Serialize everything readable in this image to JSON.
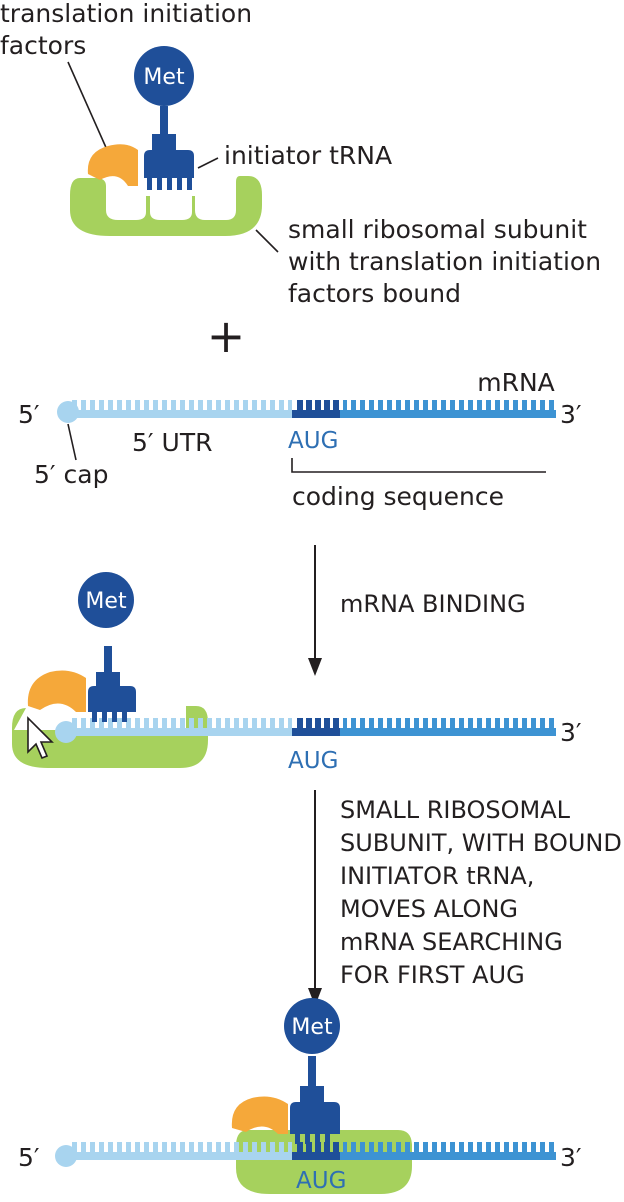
{
  "labels": {
    "translation_factors_1": "translation initiation",
    "translation_factors_2": "factors",
    "initiator_trna": "initiator tRNA",
    "small_subunit_1": "small ribosomal subunit",
    "small_subunit_2": "with translation initiation",
    "small_subunit_3": "factors bound",
    "plus": "+",
    "mrna": "mRNA",
    "five_prime": "5′",
    "three_prime": "3′",
    "five_utr": "5′ UTR",
    "aug": "AUG",
    "five_cap": "5′ cap",
    "coding_sequence": "coding sequence",
    "met": "Met"
  },
  "steps": {
    "binding": "mRNA BINDING",
    "scanning": [
      "SMALL RIBOSOMAL",
      "SUBUNIT, WITH BOUND",
      "INITIATOR tRNA,",
      "MOVES ALONG",
      "mRNA SEARCHING",
      "FOR FIRST AUG"
    ]
  },
  "colors": {
    "ribosome_green": "#a6d15d",
    "factor_orange": "#f5a83a",
    "trna_navy": "#1f4f99",
    "utr_light_blue": "#a8d4ef",
    "coding_blue": "#3d93d3",
    "aug_navy": "#1f4f99"
  }
}
